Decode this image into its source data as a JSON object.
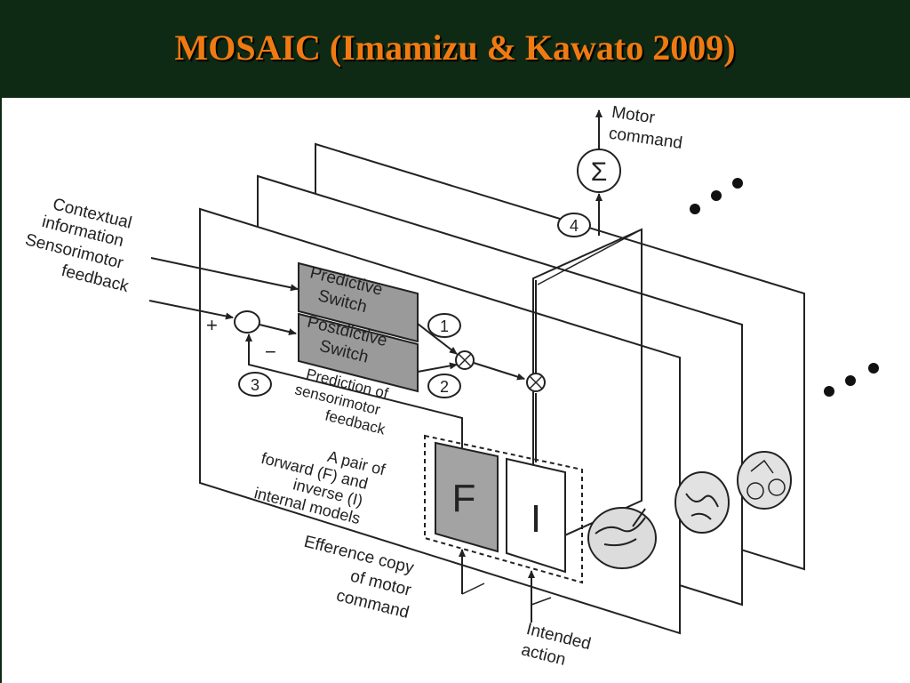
{
  "slide": {
    "title": "MOSAIC (Imamizu & Kawato 2009)"
  },
  "diagram": {
    "labels": {
      "motor_command": [
        "Motor",
        "command"
      ],
      "sum_symbol": "Σ",
      "contextual_information": [
        "Contextual",
        "information"
      ],
      "sensorimotor_feedback": [
        "Sensorimotor",
        "feedback"
      ],
      "plus_sign": "+",
      "minus_sign": "−",
      "predictive_switch": [
        "Predictive",
        "Switch"
      ],
      "postdictive_switch": [
        "Postdictive",
        "Switch"
      ],
      "prediction_of_feedback": [
        "Prediction of",
        "sensorimotor",
        "feedback"
      ],
      "model_pair": [
        "A pair of",
        "forward (F) and",
        "inverse (I)",
        "internal models"
      ],
      "forward_model": "F",
      "inverse_model": "I",
      "efference_copy": [
        "Efference copy",
        "of motor",
        "command"
      ],
      "intended_action": [
        "Intended",
        "action"
      ]
    },
    "step_numbers": [
      "1",
      "2",
      "3",
      "4"
    ],
    "colors": {
      "title": "#f07a12",
      "header_bg": "#0f2a14",
      "switch_fill": "#9a9a9a",
      "forward_fill": "#a3a3a3",
      "line": "#222222"
    }
  }
}
